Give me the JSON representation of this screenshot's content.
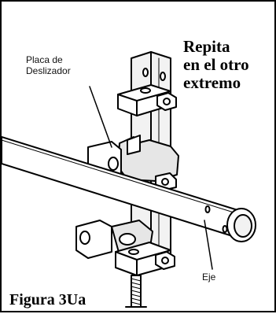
{
  "title_block": {
    "line1": "Repita",
    "line2": "en el otro",
    "line3": "extremo"
  },
  "callouts": {
    "slider_plate_line1": "Placa de",
    "slider_plate_line2": "Deslizador",
    "axle": "Eje"
  },
  "caption": "Figura 3Ua",
  "colors": {
    "ink": "#000000",
    "paper": "#ffffff",
    "shade": "#d9d9d9"
  }
}
